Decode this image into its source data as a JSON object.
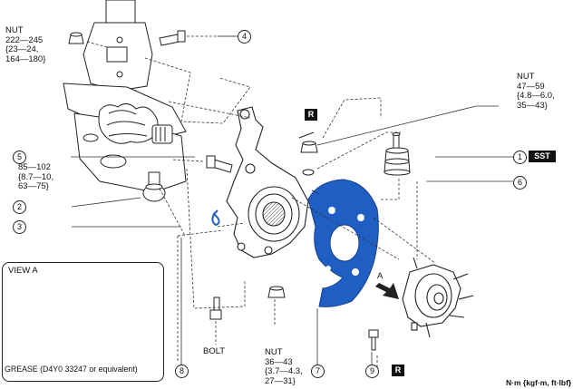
{
  "callouts": [
    "1",
    "2",
    "3",
    "4",
    "5",
    "6",
    "7",
    "8",
    "9"
  ],
  "nut_top_left": {
    "title": "NUT",
    "l1": "222—245",
    "l2": "{23—24,",
    "l3": "164—180}"
  },
  "nut_top_right": {
    "title": "NUT",
    "l1": "47—59",
    "l2": "{4.8—6.0,",
    "l3": "35—43}"
  },
  "bolt_5": {
    "l1": "85—102",
    "l2": "{8.7—10,",
    "l3": "63—75}"
  },
  "nut_bottom": {
    "title": "NUT",
    "l1": "36—43",
    "l2": "{3.7—4.3,",
    "l3": "27—31}"
  },
  "bolt_label": "BOLT",
  "view_a": {
    "title": "VIEW A",
    "grease": "GREASE (D4Y0 33247 or equivalent)"
  },
  "tags": {
    "sst": "SST",
    "r": "R"
  },
  "arrow_a": "A",
  "units": "N·m {kgf·m, ft·lbf}",
  "colors": {
    "dust_shield": "#1f5fc4",
    "shield_dark": "#143f8a",
    "ink": "#222222"
  }
}
